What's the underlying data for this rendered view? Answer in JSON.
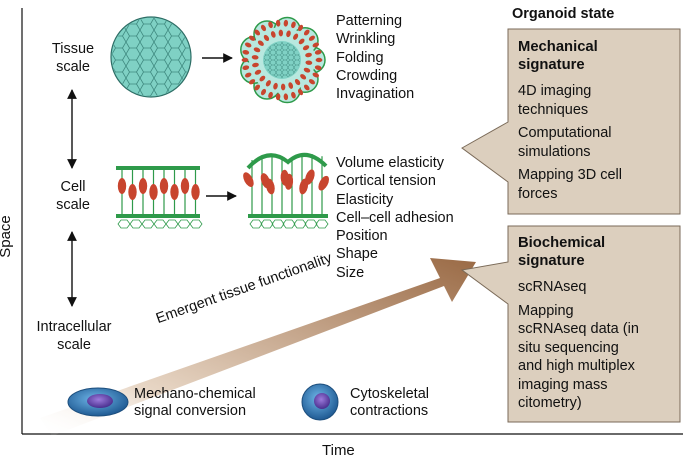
{
  "axes": {
    "y_label": "Space",
    "x_label": "Time"
  },
  "scales": {
    "tissue": [
      "Tissue",
      "scale"
    ],
    "cell": [
      "Cell",
      "scale"
    ],
    "intracellular": [
      "Intracellular",
      "scale"
    ]
  },
  "tissue_properties": [
    "Patterning",
    "Wrinkling",
    "Folding",
    "Crowding",
    "Invagination"
  ],
  "cell_properties": [
    "Volume elasticity",
    "Cortical tension",
    "Elasticity",
    "Cell–cell adhesion",
    "Position",
    "Shape",
    "Size"
  ],
  "arrow_label": "Emergent tissue functionality",
  "intracellular_items": [
    {
      "icon": "elongated-cell-icon",
      "lines": [
        "Mechano-chemical",
        "signal conversion"
      ]
    },
    {
      "icon": "round-cell-icon",
      "lines": [
        "Cytoskeletal",
        "contractions"
      ]
    }
  ],
  "organoid_state": {
    "heading": "Organoid state",
    "mechanical": {
      "title": [
        "Mechanical",
        "signature"
      ],
      "items": [
        [
          "4D imaging",
          "techniques"
        ],
        [
          "Computational",
          "simulations"
        ],
        [
          "Mapping 3D cell",
          "forces"
        ]
      ]
    },
    "biochemical": {
      "title": [
        "Biochemical",
        "signature"
      ],
      "items": [
        [
          "scRNAseq"
        ],
        [
          "Mapping",
          "scRNAseq data (in",
          "situ sequencing",
          "and high multiplex",
          "imaging mass",
          "citometry)"
        ]
      ]
    }
  },
  "colors": {
    "box_fill": "#dccfbe",
    "box_stroke": "#7a6a58",
    "arrow_brown": "#9a6a45",
    "tissue_teal": "#7fd1c4",
    "cell_green": "#2e9a4a",
    "cell_red": "#c8452e",
    "nucleus_purple": "#6a4ab0",
    "cell_blue": "#2f6ea8"
  }
}
